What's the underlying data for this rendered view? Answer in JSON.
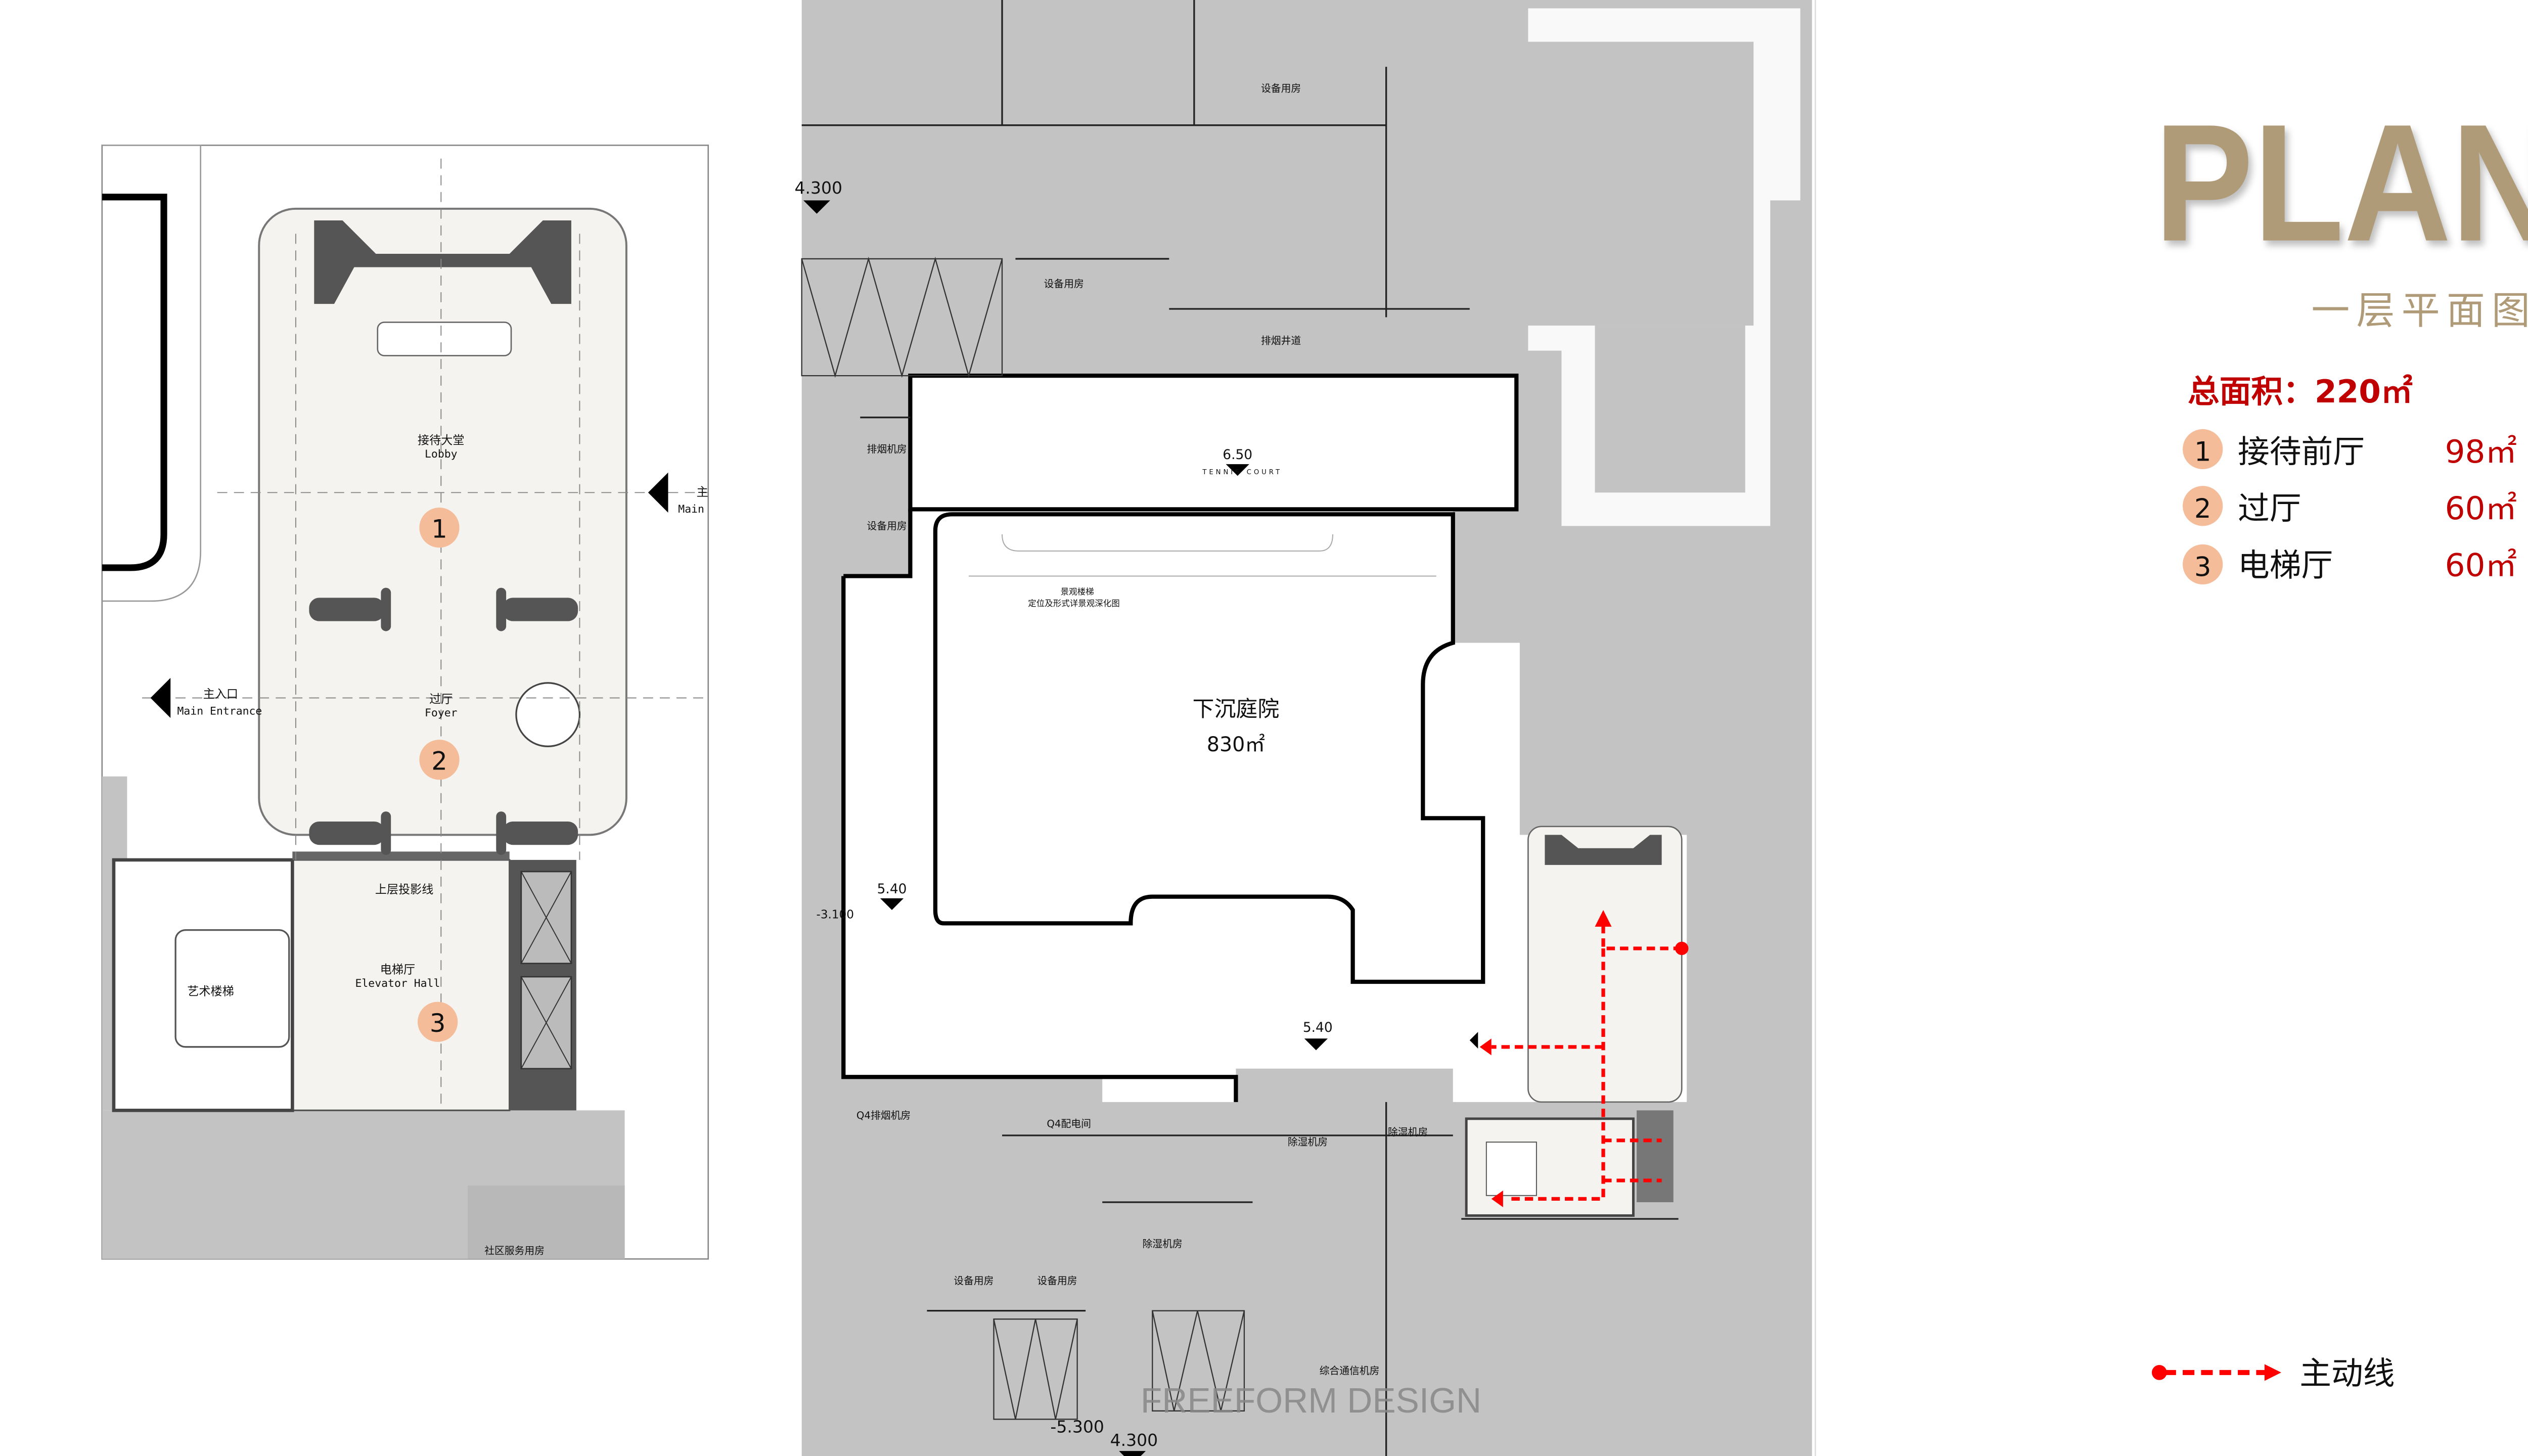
{
  "header": {
    "title": "PLAN",
    "subtitle": "一层平面图"
  },
  "summary": {
    "total_area": "总面积：220㎡",
    "items": [
      {
        "number": "1",
        "name": "接待前厅",
        "area": "98㎡"
      },
      {
        "number": "2",
        "name": "过厅",
        "area": "60㎡"
      },
      {
        "number": "3",
        "name": "电梯厅",
        "area": "60㎡"
      }
    ]
  },
  "legend": {
    "main_circulation": "主动线"
  },
  "detail_plan": {
    "lobby_cn": "接待大堂",
    "lobby_en": "Lobby",
    "foyer_cn": "过厅",
    "foyer_en": "Foyer",
    "elevator_cn": "电梯厅",
    "elevator_en": "Elevator Hall",
    "entrance_cn": "主入口",
    "entrance_en": "Main Entrance",
    "entrance2_cn": "主",
    "entrance2_en": "Main",
    "upper_projection": "上层投影线",
    "art_stair": "艺术楼梯",
    "community_room": "社区服务用房",
    "markers": [
      "1",
      "2",
      "3"
    ]
  },
  "site_plan": {
    "courtyard_name": "下沉庭院",
    "courtyard_area": "830㎡",
    "tennis_court": "TENNIS COURT",
    "landscape_stair": "景观楼梯",
    "landscape_note": "定位及形式详景观深化图",
    "levels": [
      "6.50",
      "5.40",
      "5.40",
      "4.300",
      "-5.300",
      "4.300",
      "-3.100"
    ],
    "rooms": {
      "equipment_1": "设备用房",
      "equipment_2": "设备用房",
      "equipment_3": "设备用房",
      "equipment_4": "设备用房",
      "equipment_5": "设备用房",
      "smoke_shaft": "排烟井道",
      "smoke_room": "排烟机房",
      "q4_smoke_room": "Q4排烟机房",
      "q4_power_room": "Q4配电间",
      "dehumid_1": "除湿机房",
      "dehumid_2": "除湿机房",
      "dehumid_3": "除湿机房",
      "telecom_room": "综合通信机房"
    },
    "watermark": "FREEFORM DESIGN"
  },
  "colors": {
    "gold": "#b09b78",
    "red": "#c00000",
    "route": "#ff0000",
    "marker": "#f4bc98",
    "cream": "#f5f3f0",
    "grey": "#c3c3c3"
  }
}
